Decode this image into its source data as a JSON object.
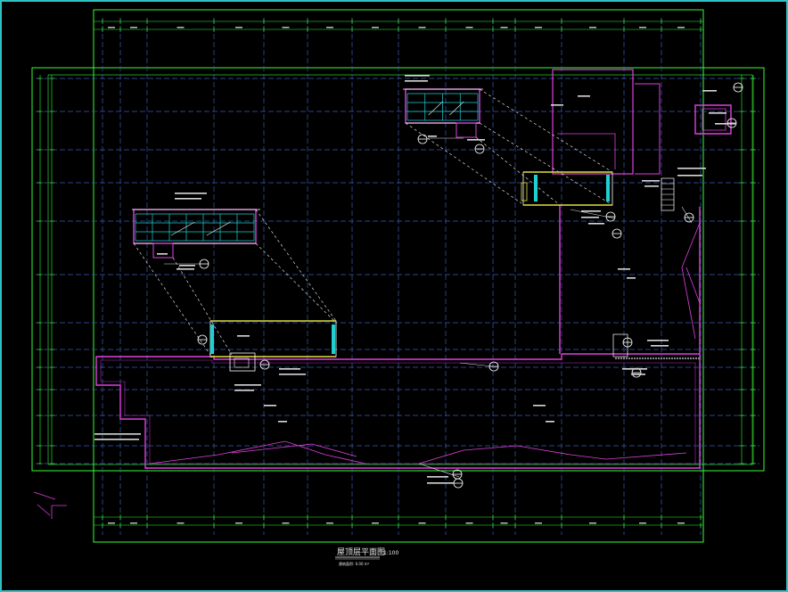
{
  "drawing": {
    "title": "屋顶层平面图",
    "scale": "1:100",
    "subtitle": "建筑面积: 0.00 m²"
  },
  "colors": {
    "frame": "#2fc1c4",
    "dim_lines": "#33ff33",
    "grid_lines": "#3c5ab4",
    "walls": "#e040e0",
    "glazing": "#20d0d0",
    "yellow": "#e0e040",
    "white": "#ffffff",
    "green_dark": "#1fa01f"
  },
  "icons": [
    "axis-indicator-icon",
    "grid-bubble-icon",
    "north-arrow-icon"
  ]
}
